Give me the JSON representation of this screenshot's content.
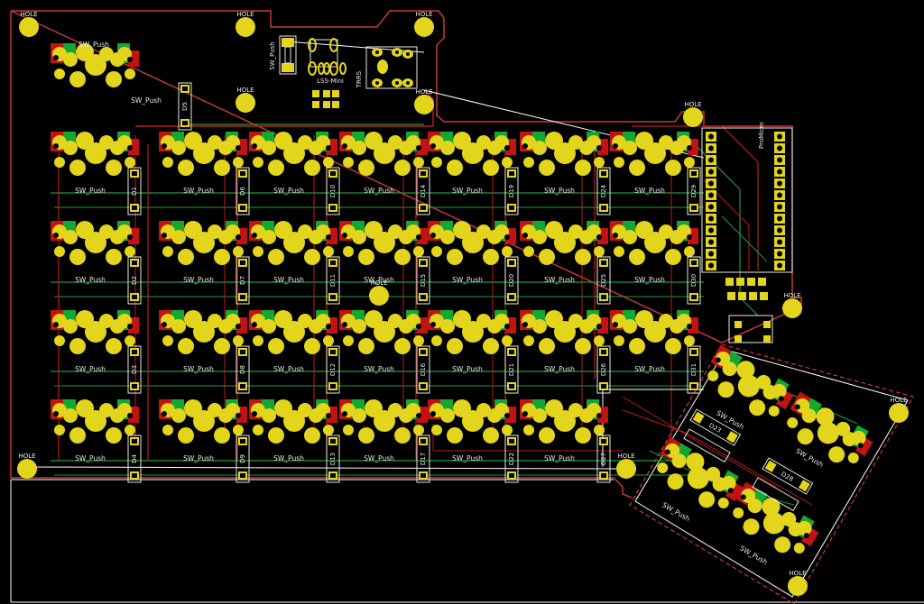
{
  "labels": {
    "hole": "HOLE",
    "sw_push": "SW_Push",
    "lss": "LSS-Mini",
    "trrs": "TRRS",
    "promicro": "ProMicro"
  },
  "grid_diodes": [
    [
      "D1",
      "D6",
      "D10",
      "D14",
      "D19",
      "D24",
      "D29"
    ],
    [
      "D2",
      "D7",
      "D11",
      "D15",
      "D20",
      "D25",
      "D30"
    ],
    [
      "D3",
      "D8",
      "D12",
      "D16",
      "D21",
      "D26",
      "D31"
    ],
    [
      "D4",
      "D9",
      "D13",
      "D17",
      "D22",
      "D27"
    ]
  ],
  "extra_diodes": {
    "reset": "D5",
    "thumb1": "D23",
    "thumb2": "D28"
  },
  "colors": {
    "outline": "#c23a3a",
    "pad": "#e3d51b",
    "trace_red": "#b81d1d",
    "trace_green": "#1f9a3b",
    "silk": "#e8e8e8",
    "pad_red": "#c21212",
    "pad_green": "#13a832"
  }
}
